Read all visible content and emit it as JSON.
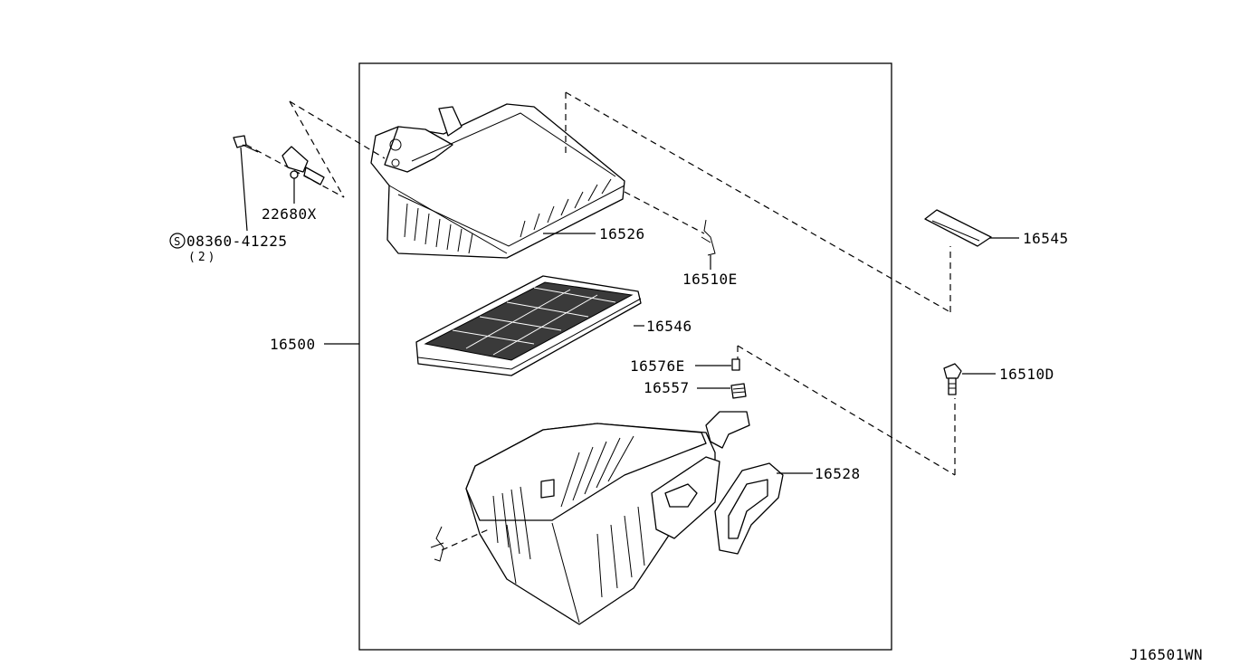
{
  "diagram": {
    "code": "J16501WN",
    "labels": {
      "air_cleaner_assembly": "16500",
      "upper_cover": "16526",
      "clip_upper": "16510E",
      "filter_element": "16546",
      "sticker": "16545",
      "grommet_collar": "16576E",
      "grommet": "16557",
      "bolt": "16510D",
      "duct_seal": "16528",
      "sensor": "22680X",
      "screw": "08360-41225",
      "screw_qty": "(2)",
      "screw_symbol": "S"
    }
  }
}
